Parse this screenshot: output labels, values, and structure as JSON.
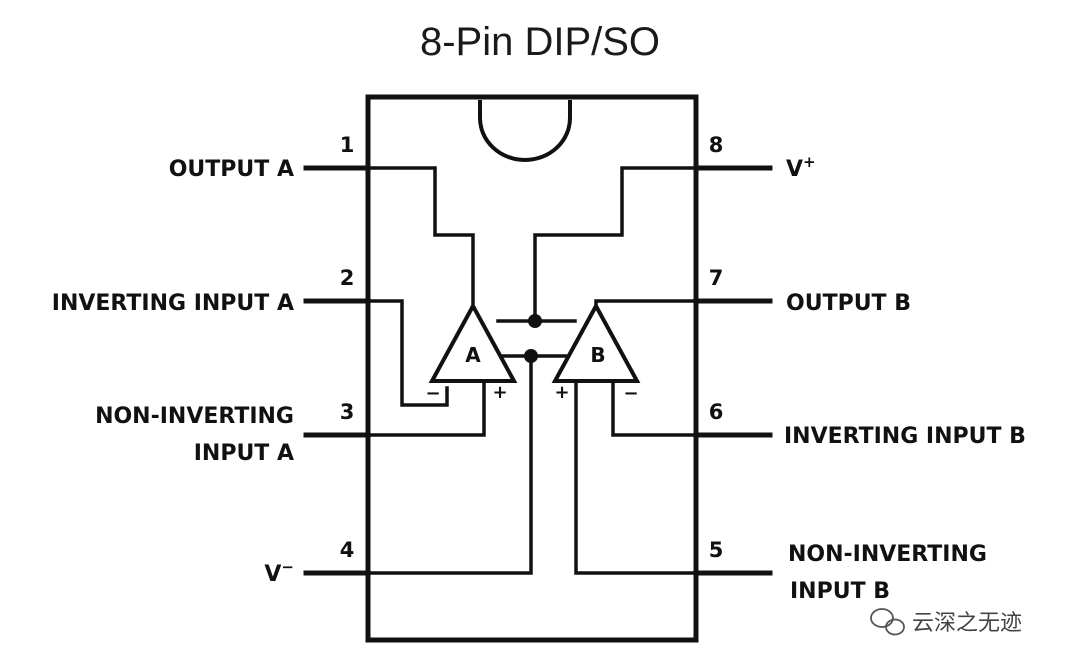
{
  "title": "8-Pin DIP/SO",
  "pins": {
    "p1": {
      "number": "1",
      "label": "OUTPUT A"
    },
    "p2": {
      "number": "2",
      "label": "INVERTING INPUT A"
    },
    "p3": {
      "number": "3",
      "label_line1": "NON-INVERTING",
      "label_line2": "INPUT A"
    },
    "p4": {
      "number": "4",
      "label": "V",
      "sup": "−"
    },
    "p5": {
      "number": "5",
      "label_line1": "NON-INVERTING",
      "label_line2": "INPUT B"
    },
    "p6": {
      "number": "6",
      "label": "INVERTING INPUT B"
    },
    "p7": {
      "number": "7",
      "label": "OUTPUT B"
    },
    "p8": {
      "number": "8",
      "label": "V",
      "sup": "+"
    }
  },
  "amps": {
    "a": {
      "name": "A",
      "minus": "−",
      "plus": "+"
    },
    "b": {
      "name": "B",
      "minus": "−",
      "plus": "+"
    }
  },
  "watermark": "云深之无迹"
}
